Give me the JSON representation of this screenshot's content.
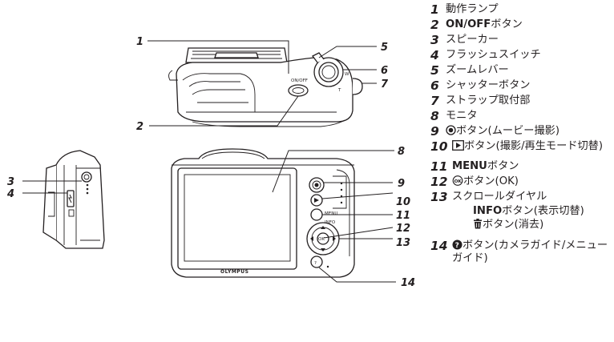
{
  "callouts": [
    "1",
    "2",
    "3",
    "4",
    "5",
    "6",
    "7",
    "8",
    "9",
    "10",
    "11",
    "12",
    "13",
    "14"
  ],
  "camera_text": {
    "on_off": "ON/OFF",
    "menu": "MENU",
    "info": "INFO",
    "zoom_w": "W",
    "zoom_t": "T",
    "brand": "OLYMPUS"
  },
  "legend": [
    {
      "num": "1",
      "label": "動作ランプ"
    },
    {
      "num": "2",
      "label_bold": "ON/OFF",
      "label": "ボタン"
    },
    {
      "num": "3",
      "label": "スピーカー"
    },
    {
      "num": "4",
      "label": "フラッシュスイッチ"
    },
    {
      "num": "5",
      "label": "ズームレバー"
    },
    {
      "num": "6",
      "label": "シャッターボタン"
    },
    {
      "num": "7",
      "label": "ストラップ取付部"
    },
    {
      "num": "8",
      "label": "モニタ"
    },
    {
      "num": "9",
      "icon": "movie-record-icon",
      "label": "ボタン(ムービー撮影)"
    },
    {
      "num": "10",
      "icon": "playback-icon",
      "label": "ボタン(撮影/再生モード切替)"
    },
    {
      "num": "11",
      "label_bold": "MENU",
      "label": "ボタン"
    },
    {
      "num": "12",
      "icon": "ok-icon",
      "label": "ボタン(OK)"
    },
    {
      "num": "13",
      "label": "スクロールダイヤル",
      "sub": [
        {
          "label_bold": "INFO",
          "label": "ボタン(表示切替)"
        },
        {
          "icon": "trash-icon",
          "label": "ボタン(消去)"
        }
      ]
    },
    {
      "num": "14",
      "icon": "help-icon",
      "label": "ボタン(カメラガイド/メニューガイド)"
    }
  ],
  "colors": {
    "ink": "#231f20",
    "paper": "#ffffff"
  }
}
